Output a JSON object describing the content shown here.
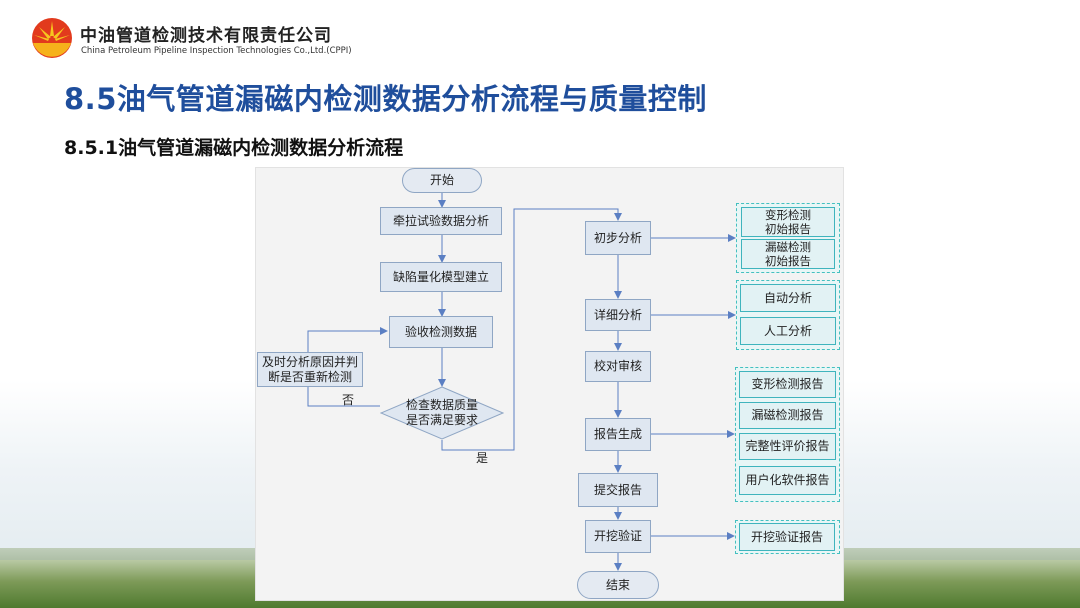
{
  "header": {
    "company_cn": "中油管道检测技术有限责任公司",
    "company_en": "China Petroleum Pipeline Inspection Technologies Co.,Ltd.(CPPI)",
    "title": "8.5油气管道漏磁内检测数据分析流程与质量控制",
    "subtitle": "8.5.1油气管道漏磁内检测数据分析流程"
  },
  "flow": {
    "start": "开始",
    "step1": "牵拉试验数据分析",
    "step2": "缺陷量化模型建立",
    "step3": "验收检测数据",
    "decision": [
      "检查数据质量",
      "是否满足要求"
    ],
    "retry": [
      "及时分析原因并判",
      "断是否重新检测"
    ],
    "no_label": "否",
    "yes_label": "是",
    "initial": "初步分析",
    "detailed": "详细分析",
    "review": "校对审核",
    "report_gen": "报告生成",
    "submit": "提交报告",
    "excavation": "开挖验证",
    "end": "结束"
  },
  "outputs": {
    "initial_reports": [
      [
        "变形检测",
        "初始报告"
      ],
      [
        "漏磁检测",
        "初始报告"
      ]
    ],
    "analysis": [
      "自动分析",
      "人工分析"
    ],
    "final_reports": [
      "变形检测报告",
      "漏磁检测报告",
      "完整性评价报告",
      "用户化软件报告"
    ],
    "excavation_report": "开挖验证报告"
  },
  "colors": {
    "title_blue": "#1f4e9c",
    "box_fill": "#dfe7f1",
    "box_border": "#8fa6c4",
    "group_border": "#44c0c0",
    "arrow": "#5b7fc3"
  }
}
